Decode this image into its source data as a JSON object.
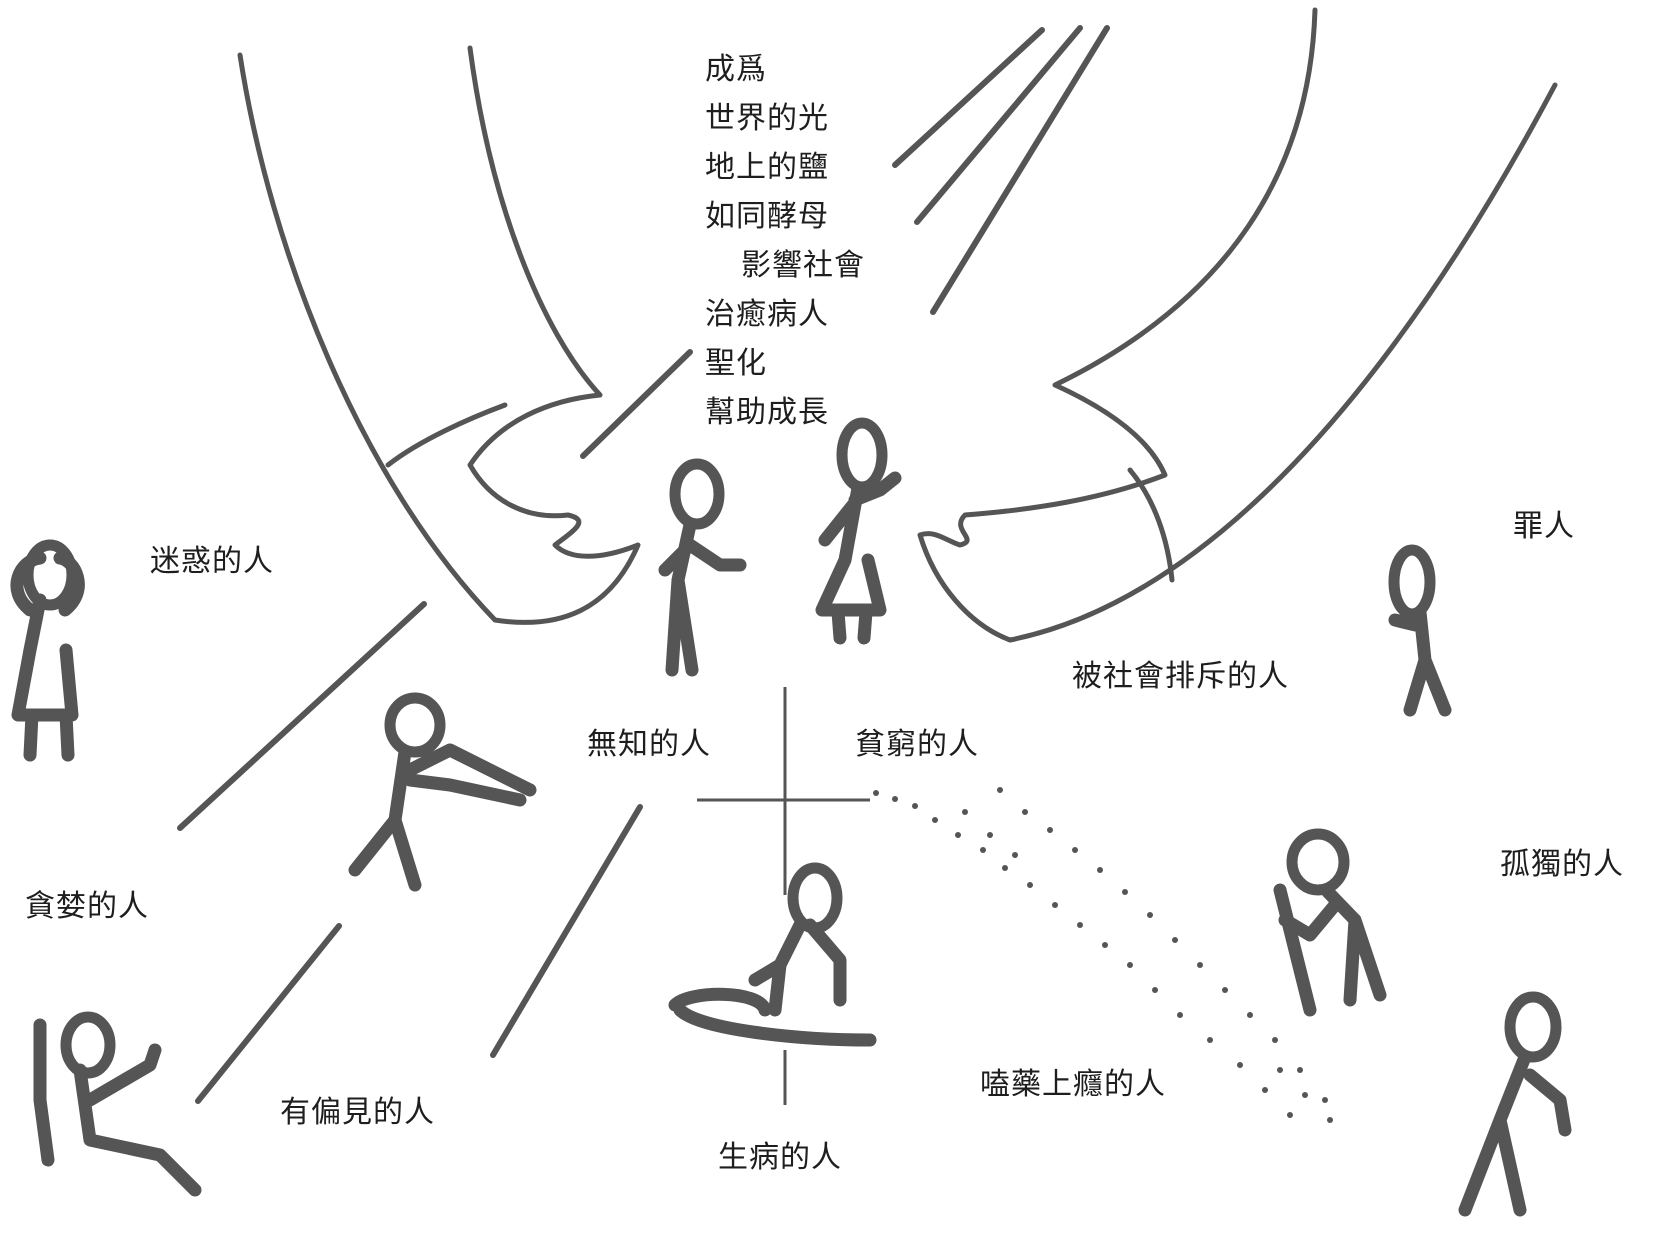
{
  "mission": {
    "lines": [
      "成爲",
      "世界的光",
      "地上的鹽",
      "如同酵母",
      "影響社會",
      "治癒病人",
      "聖化",
      "幫助成長"
    ]
  },
  "labels": {
    "confused": "迷惑的人",
    "greedy": "貪婪的人",
    "prejudiced": "有偏見的人",
    "ignorant": "無知的人",
    "poor": "貧窮的人",
    "sick": "生病的人",
    "outcast": "被社會排斥的人",
    "sinner": "罪人",
    "lonely": "孤獨的人",
    "addicted": "嗑藥上癮的人"
  },
  "colors": {
    "ink": "#555555",
    "text": "#1e1e1e",
    "background": "#ffffff"
  }
}
